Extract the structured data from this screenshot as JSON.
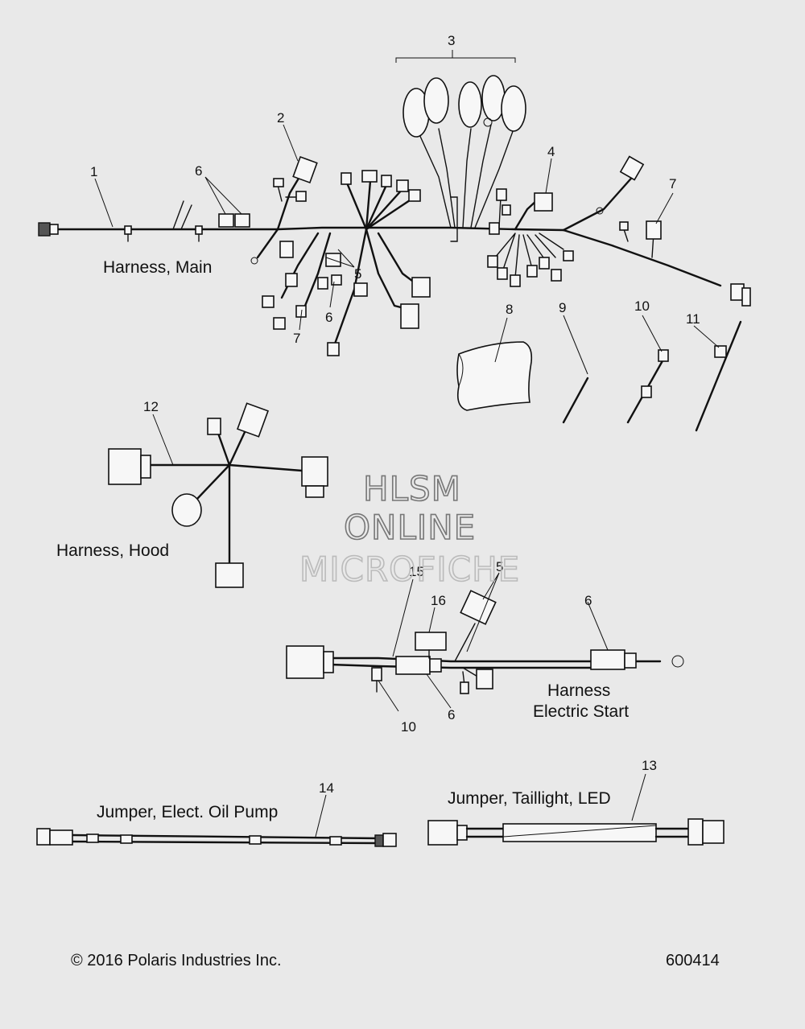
{
  "diagram": {
    "labels": {
      "harness_main": "Harness, Main",
      "harness_hood": "Harness, Hood",
      "harness_electric_start_line1": "Harness",
      "harness_electric_start_line2": "Electric Start",
      "jumper_oil_pump": "Jumper, Elect. Oil Pump",
      "jumper_taillight": "Jumper, Taillight, LED"
    },
    "callouts": {
      "c1": "1",
      "c2": "2",
      "c3": "3",
      "c4": "4",
      "c5a": "5",
      "c5b": "5",
      "c6a": "6",
      "c6b": "6",
      "c6c": "6",
      "c6d": "6",
      "c7a": "7",
      "c7b": "7",
      "c8": "8",
      "c9": "9",
      "c10a": "10",
      "c10b": "10",
      "c11": "11",
      "c12": "12",
      "c13": "13",
      "c14": "14",
      "c15": "15",
      "c16": "16"
    },
    "watermark": {
      "line1": "HLSM",
      "line2": "ONLINE",
      "line3": "MICROFICHE"
    },
    "footer": {
      "copyright": "© 2016 Polaris Industries Inc.",
      "figure_id": "600414"
    }
  }
}
